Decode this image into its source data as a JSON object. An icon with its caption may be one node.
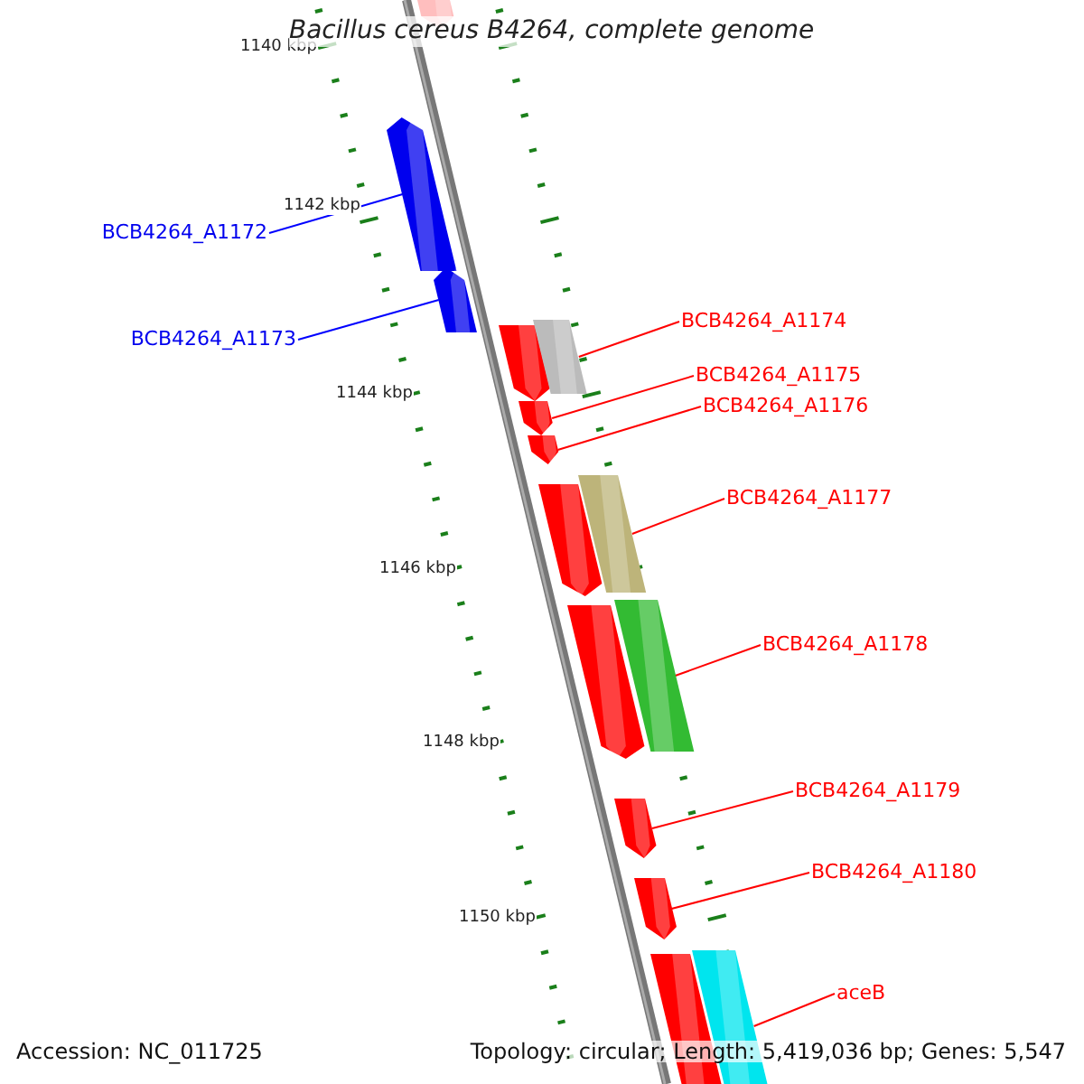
{
  "diagram": {
    "title": "Bacillus cereus B4264, complete genome",
    "nodes": [
      {
        "text": [
          "BCB4264_A1172"
        ]
      },
      {
        "text": [
          "BCB4264_A1173"
        ]
      },
      {
        "text": [
          "BCB4264_A1174"
        ]
      },
      {
        "text": [
          "BCB4264_A1175"
        ]
      },
      {
        "text": [
          "BCB4264_A1176"
        ]
      },
      {
        "text": [
          "BCB4264_A1177"
        ]
      },
      {
        "text": [
          "BCB4264_A1178"
        ]
      },
      {
        "text": [
          "BCB4264_A1179"
        ]
      },
      {
        "text": [
          "BCB4264_A1180"
        ]
      },
      {
        "text": [
          "aceB"
        ]
      },
      {
        "text": [],
        "shape": "bar"
      },
      {
        "text": [],
        "shape": "bar"
      },
      {
        "text": [],
        "shape": "bar"
      },
      {
        "text": [],
        "shape": "bar"
      },
      {
        "text": [],
        "shape": "bar"
      },
      {
        "text": [],
        "shape": "bar"
      },
      {
        "text": [],
        "shape": "bar"
      },
      {
        "text": [],
        "shape": "bar"
      },
      {
        "text": [],
        "shape": "bar"
      },
      {
        "text": [],
        "shape": "bar"
      },
      {
        "text": [],
        "shape": "bar"
      },
      {
        "text": [],
        "shape": "bar"
      },
      {
        "text": [],
        "shape": "bar"
      },
      {
        "text": [],
        "shape": "bar"
      },
      {
        "text": [],
        "shape": "bar"
      }
    ],
    "edges": [
      {
        "from": 0,
        "to": 11,
        "arrow": "none",
        "color": "#0000ff"
      },
      {
        "from": 1,
        "to": 12,
        "arrow": "none",
        "color": "#0000ff"
      },
      {
        "from": 2,
        "to": 14,
        "arrow": "none"
      },
      {
        "from": 3,
        "to": 15,
        "arrow": "none"
      },
      {
        "from": 4,
        "to": 16,
        "arrow": "none"
      },
      {
        "from": 5,
        "to": 18,
        "arrow": "none"
      },
      {
        "from": 6,
        "to": 20,
        "arrow": "none"
      },
      {
        "from": 7,
        "to": 21,
        "arrow": "none"
      },
      {
        "from": 8,
        "to": 22,
        "arrow": "none"
      },
      {
        "from": 9,
        "to": 24,
        "arrow": "none"
      }
    ],
    "labels": [
      "1140 kbp",
      "1142 kbp",
      "1144 kbp",
      "1146 kbp",
      "1148 kbp",
      "1150 kbp",
      "Accession: NC_011725",
      "Topology: circular; Length: 5,419,036 bp; Genes: 5,547"
    ]
  }
}
